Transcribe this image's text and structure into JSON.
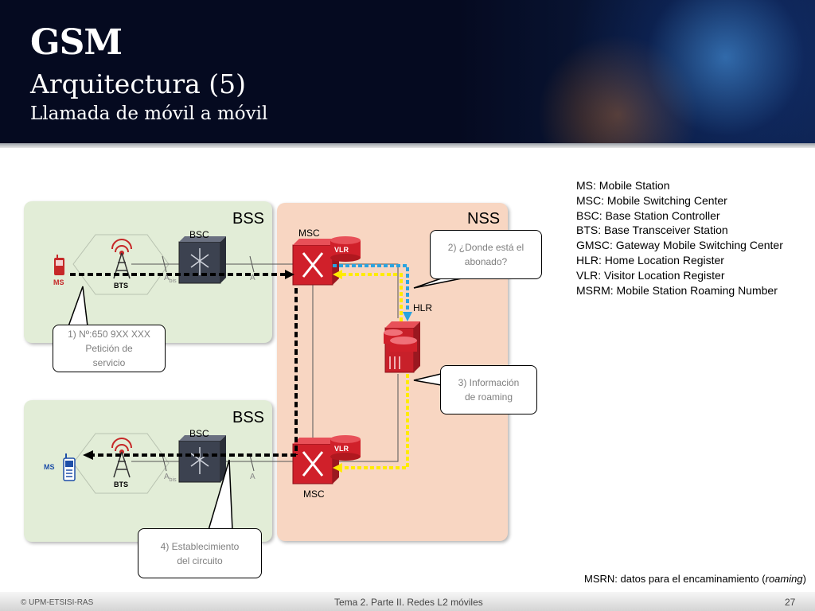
{
  "header": {
    "title": "GSM",
    "subtitle": "Arquitectura (5)",
    "subsubtitle": "Llamada de móvil a móvil"
  },
  "diagram": {
    "bss_top": "BSS",
    "bss_bottom": "BSS",
    "nss": "NSS",
    "bsc_top": "BSC",
    "bsc_bottom": "BSC",
    "msc_top": "MSC",
    "msc_bottom": "MSC",
    "vlr_top": "VLR",
    "vlr_bottom": "VLR",
    "hlr": "HLR",
    "bts_top": "BTS",
    "bts_bottom": "BTS",
    "ms_top": "MS",
    "ms_bottom": "MS",
    "abis": "A",
    "abis_sub": "bis",
    "a": "A"
  },
  "callouts": {
    "c1_line1": "1) Nº:650 9XX XXX",
    "c1_line2": "Petición de",
    "c1_line3": "servicio",
    "c2_line1": "2) ¿Donde está el",
    "c2_line2": "abonado?",
    "c3_line1": "3) Información",
    "c3_line2": "de roaming",
    "c4_line1": "4) Establecimiento",
    "c4_line2": "del circuito"
  },
  "legend": [
    "MS: Mobile Station",
    "MSC: Mobile Switching Center",
    "BSC: Base Station Controller",
    "BTS: Base Transceiver Station",
    " GMSC: Gateway Mobile Switching Center",
    " HLR: Home Location Register",
    " VLR: Visitor Location Register",
    "MSRM:  Mobile Station Roaming Number"
  ],
  "msrn": {
    "prefix": "MSRN: datos para el encaminamiento (",
    "italic": "roaming",
    "suffix": ")"
  },
  "footer": {
    "copyright": "© UPM-ETSISI-RAS",
    "topic": "Tema 2. Parte II. Redes L2 móviles",
    "page": "27"
  },
  "colors": {
    "header_bg": "#050a20",
    "bss_bg": "#e2edd7",
    "nss_bg": "#f8d6c2",
    "msc_red": "#d0202a",
    "ms_red": "#c62828",
    "ms_blue": "#1e4fa8",
    "signal_blue": "#29a3e0",
    "signal_yellow": "#ffeb00"
  }
}
